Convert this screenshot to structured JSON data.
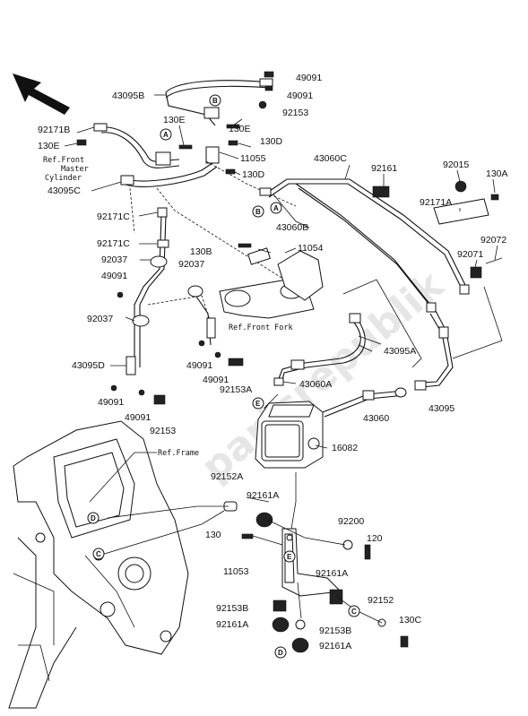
{
  "watermark": "partsrepublik",
  "circle_markers": [
    "A",
    "B",
    "C",
    "D",
    "E"
  ],
  "references": {
    "master_cylinder_1": "Ref.Front",
    "master_cylinder_2": "Master",
    "master_cylinder_3": "Cylinder",
    "front_fork": "Ref.Front Fork",
    "frame": "Ref.Frame"
  },
  "part_labels": [
    "49091",
    "43095B",
    "49091",
    "92153",
    "92171B",
    "130E",
    "130E",
    "130D",
    "130E",
    "11055",
    "130D",
    "43095C",
    "43060C",
    "92161",
    "92015",
    "130A",
    "92171A",
    "43060B",
    "92171C",
    "130B",
    "11054",
    "92072",
    "92171C",
    "92071",
    "92037",
    "92037",
    "49091",
    "92037",
    "43095A",
    "43095D",
    "49091",
    "49091",
    "92153A",
    "43060A",
    "49091",
    "49091",
    "43060",
    "43095",
    "92153",
    "16082",
    "92152A",
    "92161A",
    "92200",
    "130",
    "120",
    "11053",
    "92161A",
    "92152",
    "92153B",
    "92153B",
    "130C",
    "92161A",
    "92161A"
  ]
}
